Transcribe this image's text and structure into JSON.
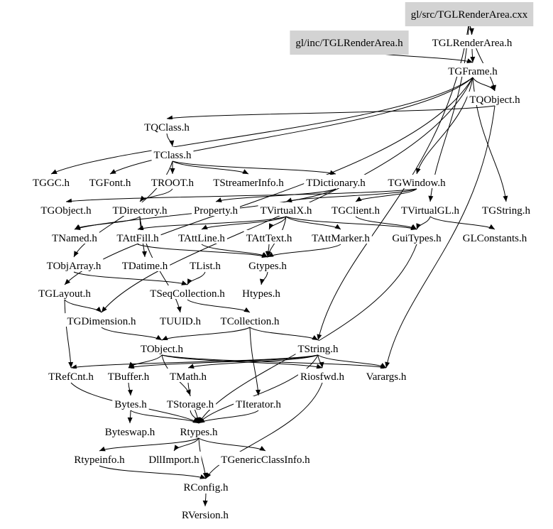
{
  "title": "Include dependency graph for gl/src/TGLRenderArea.cxx",
  "highlight_color": "#d3d3d3",
  "nodes": [
    {
      "id": "TGLRenderArea.cxx",
      "label": "gl/src/TGLRenderArea.cxx",
      "highlighted": true
    },
    {
      "id": "inc_TGLRenderArea.h",
      "label": "gl/inc/TGLRenderArea.h",
      "highlighted": true
    },
    {
      "id": "TGLRenderArea.h",
      "label": "TGLRenderArea.h"
    },
    {
      "id": "TGFrame.h",
      "label": "TGFrame.h"
    },
    {
      "id": "TQObject.h",
      "label": "TQObject.h"
    },
    {
      "id": "TQClass.h",
      "label": "TQClass.h"
    },
    {
      "id": "TClass.h",
      "label": "TClass.h"
    },
    {
      "id": "TGGC.h",
      "label": "TGGC.h"
    },
    {
      "id": "TGFont.h",
      "label": "TGFont.h"
    },
    {
      "id": "TROOT.h",
      "label": "TROOT.h"
    },
    {
      "id": "TStreamerInfo.h",
      "label": "TStreamerInfo.h"
    },
    {
      "id": "TDictionary.h",
      "label": "TDictionary.h"
    },
    {
      "id": "TGWindow.h",
      "label": "TGWindow.h"
    },
    {
      "id": "TGObject.h",
      "label": "TGObject.h"
    },
    {
      "id": "TDirectory.h",
      "label": "TDirectory.h"
    },
    {
      "id": "Property.h",
      "label": "Property.h"
    },
    {
      "id": "TVirtualX.h",
      "label": "TVirtualX.h"
    },
    {
      "id": "TGClient.h",
      "label": "TGClient.h"
    },
    {
      "id": "TVirtualGL.h",
      "label": "TVirtualGL.h"
    },
    {
      "id": "TGString.h",
      "label": "TGString.h"
    },
    {
      "id": "TNamed.h",
      "label": "TNamed.h"
    },
    {
      "id": "TAttFill.h",
      "label": "TAttFill.h"
    },
    {
      "id": "TAttLine.h",
      "label": "TAttLine.h"
    },
    {
      "id": "TAttText.h",
      "label": "TAttText.h"
    },
    {
      "id": "TAttMarker.h",
      "label": "TAttMarker.h"
    },
    {
      "id": "GuiTypes.h",
      "label": "GuiTypes.h"
    },
    {
      "id": "GLConstants.h",
      "label": "GLConstants.h"
    },
    {
      "id": "TObjArray.h",
      "label": "TObjArray.h"
    },
    {
      "id": "TDatime.h",
      "label": "TDatime.h"
    },
    {
      "id": "TList.h",
      "label": "TList.h"
    },
    {
      "id": "Gtypes.h",
      "label": "Gtypes.h"
    },
    {
      "id": "TGLayout.h",
      "label": "TGLayout.h"
    },
    {
      "id": "TSeqCollection.h",
      "label": "TSeqCollection.h"
    },
    {
      "id": "Htypes.h",
      "label": "Htypes.h"
    },
    {
      "id": "TGDimension.h",
      "label": "TGDimension.h"
    },
    {
      "id": "TUUID.h",
      "label": "TUUID.h"
    },
    {
      "id": "TCollection.h",
      "label": "TCollection.h"
    },
    {
      "id": "TObject.h",
      "label": "TObject.h"
    },
    {
      "id": "TString.h",
      "label": "TString.h"
    },
    {
      "id": "TRefCnt.h",
      "label": "TRefCnt.h"
    },
    {
      "id": "TBuffer.h",
      "label": "TBuffer.h"
    },
    {
      "id": "TMath.h",
      "label": "TMath.h"
    },
    {
      "id": "Riosfwd.h",
      "label": "Riosfwd.h"
    },
    {
      "id": "Varargs.h",
      "label": "Varargs.h"
    },
    {
      "id": "Bytes.h",
      "label": "Bytes.h"
    },
    {
      "id": "TStorage.h",
      "label": "TStorage.h"
    },
    {
      "id": "TIterator.h",
      "label": "TIterator.h"
    },
    {
      "id": "Byteswap.h",
      "label": "Byteswap.h"
    },
    {
      "id": "Rtypes.h",
      "label": "Rtypes.h"
    },
    {
      "id": "Rtypeinfo.h",
      "label": "Rtypeinfo.h"
    },
    {
      "id": "DllImport.h",
      "label": "DllImport.h"
    },
    {
      "id": "TGenericClassInfo.h",
      "label": "TGenericClassInfo.h"
    },
    {
      "id": "RConfig.h",
      "label": "RConfig.h"
    },
    {
      "id": "RVersion.h",
      "label": "RVersion.h"
    }
  ],
  "edges": [
    [
      "TGLRenderArea.cxx",
      "TGLRenderArea.h"
    ],
    [
      "TGLRenderArea.cxx",
      "TQObject.h"
    ],
    [
      "TGLRenderArea.cxx",
      "TVirtualGL.h"
    ],
    [
      "TGLRenderArea.cxx",
      "TString.h"
    ],
    [
      "TGLRenderArea.h",
      "TGFrame.h"
    ],
    [
      "inc_TGLRenderArea.h",
      "TGFrame.h"
    ],
    [
      "TGFrame.h",
      "TGWindow.h"
    ],
    [
      "TGFrame.h",
      "TQObject.h"
    ],
    [
      "TGFrame.h",
      "TGDimension.h"
    ],
    [
      "TGFrame.h",
      "TGGC.h"
    ],
    [
      "TGFrame.h",
      "TGFont.h"
    ],
    [
      "TGFrame.h",
      "TGLayout.h"
    ],
    [
      "TGFrame.h",
      "TGString.h"
    ],
    [
      "TQObject.h",
      "TQClass.h"
    ],
    [
      "TQObject.h",
      "Varargs.h"
    ],
    [
      "TQClass.h",
      "TClass.h"
    ],
    [
      "TClass.h",
      "TDictionary.h"
    ],
    [
      "TClass.h",
      "TStreamerInfo.h"
    ],
    [
      "TClass.h",
      "TROOT.h"
    ],
    [
      "TClass.h",
      "TObjArray.h"
    ],
    [
      "TROOT.h",
      "TDirectory.h"
    ],
    [
      "TDirectory.h",
      "TNamed.h"
    ],
    [
      "TDirectory.h",
      "TDatime.h"
    ],
    [
      "TDirectory.h",
      "TUUID.h"
    ],
    [
      "TDictionary.h",
      "TNamed.h"
    ],
    [
      "TDictionary.h",
      "Property.h"
    ],
    [
      "TGWindow.h",
      "TGObject.h"
    ],
    [
      "TGWindow.h",
      "TVirtualX.h"
    ],
    [
      "TGWindow.h",
      "TGClient.h"
    ],
    [
      "TGClient.h",
      "GuiTypes.h"
    ],
    [
      "TVirtualX.h",
      "Gtypes.h"
    ],
    [
      "TVirtualX.h",
      "GuiTypes.h"
    ],
    [
      "TVirtualX.h",
      "TAttFill.h"
    ],
    [
      "TVirtualX.h",
      "TAttLine.h"
    ],
    [
      "TVirtualX.h",
      "TAttText.h"
    ],
    [
      "TVirtualX.h",
      "TAttMarker.h"
    ],
    [
      "TVirtualGL.h",
      "GuiTypes.h"
    ],
    [
      "TVirtualGL.h",
      "GLConstants.h"
    ],
    [
      "TAttText.h",
      "Gtypes.h"
    ],
    [
      "TAttMarker.h",
      "Gtypes.h"
    ],
    [
      "TAttFill.h",
      "Gtypes.h"
    ],
    [
      "TAttLine.h",
      "Gtypes.h"
    ],
    [
      "Gtypes.h",
      "Htypes.h"
    ],
    [
      "TObjArray.h",
      "TSeqCollection.h"
    ],
    [
      "TList.h",
      "TSeqCollection.h"
    ],
    [
      "TSeqCollection.h",
      "TCollection.h"
    ],
    [
      "TCollection.h",
      "TObject.h"
    ],
    [
      "TCollection.h",
      "TIterator.h"
    ],
    [
      "TCollection.h",
      "TString.h"
    ],
    [
      "TGLayout.h",
      "TGDimension.h"
    ],
    [
      "TGLayout.h",
      "TRefCnt.h"
    ],
    [
      "TGDimension.h",
      "TObject.h"
    ],
    [
      "TObject.h",
      "TBuffer.h"
    ],
    [
      "TObject.h",
      "TStorage.h"
    ],
    [
      "TObject.h",
      "Riosfwd.h"
    ],
    [
      "TObject.h",
      "Varargs.h"
    ],
    [
      "TString.h",
      "TRefCnt.h"
    ],
    [
      "TString.h",
      "TMath.h"
    ],
    [
      "TString.h",
      "Riosfwd.h"
    ],
    [
      "TString.h",
      "Varargs.h"
    ],
    [
      "TString.h",
      "TBuffer.h"
    ],
    [
      "TString.h",
      "Rtypes.h"
    ],
    [
      "TBuffer.h",
      "Bytes.h"
    ],
    [
      "Bytes.h",
      "Byteswap.h"
    ],
    [
      "Bytes.h",
      "Rtypes.h"
    ],
    [
      "TRefCnt.h",
      "Rtypes.h"
    ],
    [
      "TMath.h",
      "Rtypes.h"
    ],
    [
      "TStorage.h",
      "Rtypes.h"
    ],
    [
      "TIterator.h",
      "Rtypes.h"
    ],
    [
      "GuiTypes.h",
      "Rtypes.h"
    ],
    [
      "Rtypes.h",
      "Rtypeinfo.h"
    ],
    [
      "Rtypes.h",
      "DllImport.h"
    ],
    [
      "Rtypes.h",
      "TGenericClassInfo.h"
    ],
    [
      "Rtypes.h",
      "RConfig.h"
    ],
    [
      "Rtypeinfo.h",
      "RConfig.h"
    ],
    [
      "Riosfwd.h",
      "RConfig.h"
    ],
    [
      "RConfig.h",
      "RVersion.h"
    ]
  ]
}
